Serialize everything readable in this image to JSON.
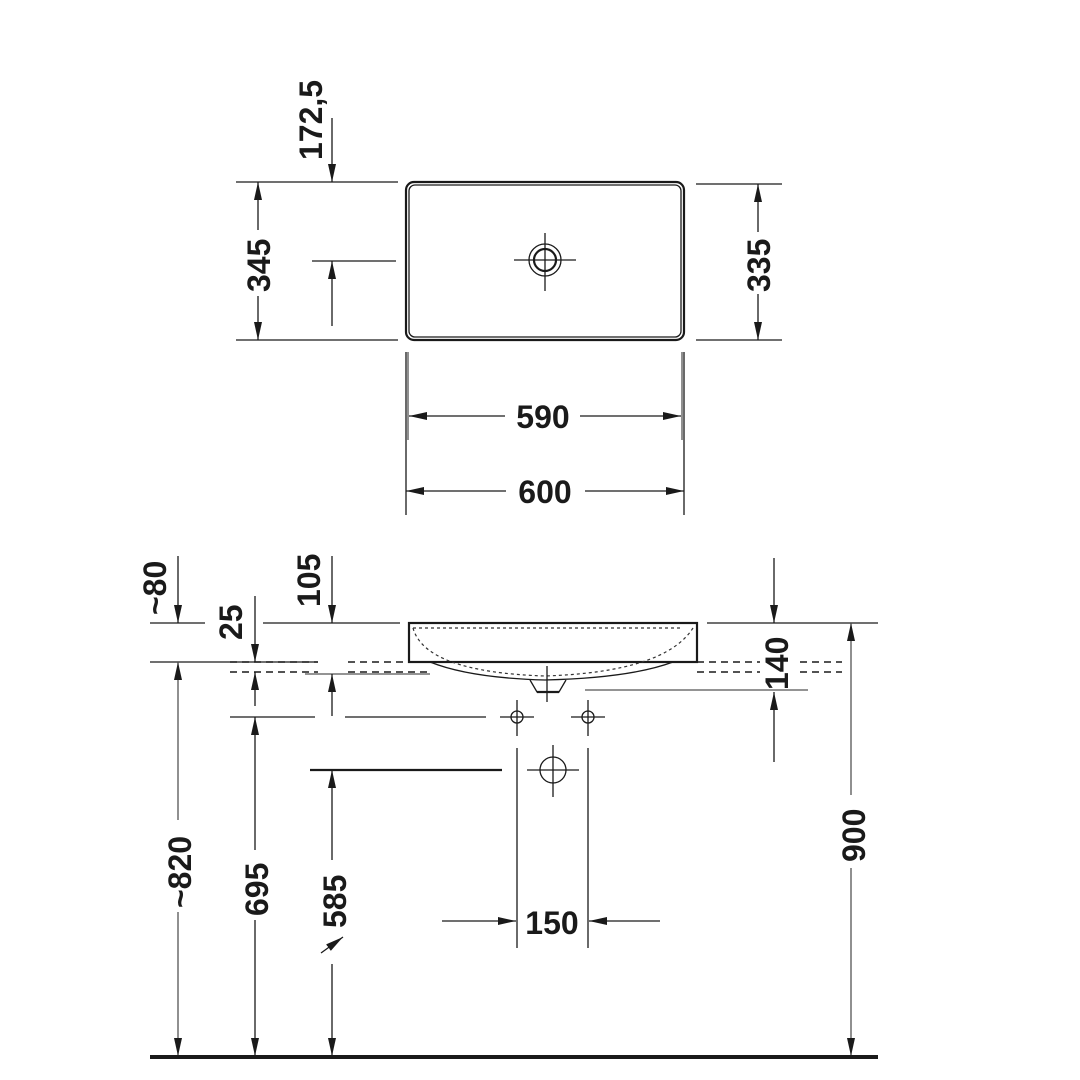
{
  "top_view": {
    "dim_overflow_offset": "172,5",
    "dim_depth_outer": "345",
    "dim_depth_inner": "335",
    "dim_width_inner": "590",
    "dim_width_outer": "600"
  },
  "front_view": {
    "dim_approx_80": "~80",
    "dim_25": "25",
    "dim_105": "105",
    "dim_140": "140",
    "dim_approx_820": "~820",
    "dim_695": "695",
    "dim_585": "585",
    "dim_150": "150",
    "dim_900": "900"
  },
  "colors": {
    "line": "#1a1a1a",
    "background": "#ffffff"
  }
}
